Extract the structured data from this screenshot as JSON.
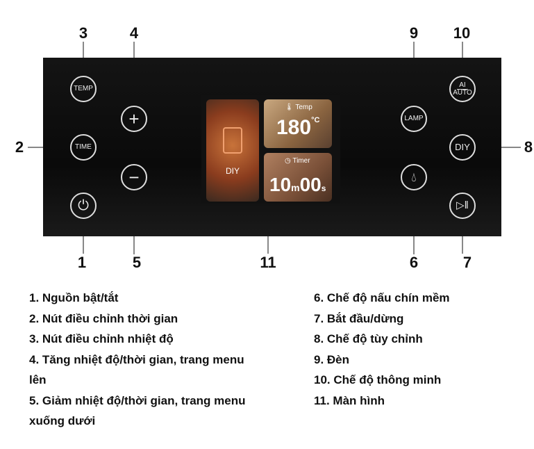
{
  "panel": {
    "buttons": {
      "temp": "TEMP",
      "time": "TIME",
      "lamp": "LAMP",
      "ai": "AI",
      "auto": "AUTO",
      "diy": "DIY"
    },
    "screen": {
      "mode": "DIY",
      "temp_label": "Temp",
      "temp_value": "180",
      "temp_unit": "°C",
      "timer_label": "Timer",
      "timer_min": "10",
      "timer_m": "m",
      "timer_sec": "00",
      "timer_s": "s"
    }
  },
  "callouts": [
    "1",
    "2",
    "3",
    "4",
    "5",
    "6",
    "7",
    "8",
    "9",
    "10",
    "11"
  ],
  "legend": {
    "left": [
      "1. Nguồn bật/tắt",
      "2. Nút điều chỉnh thời gian",
      "3. Nút điều chỉnh nhiệt độ",
      "4. Tăng nhiệt độ/thời gian, trang menu",
      "lên",
      "5. Giảm nhiệt độ/thời gian, trang menu",
      "xuống dưới"
    ],
    "right": [
      "6. Chế độ nấu chín mềm",
      "7. Bắt đầu/dừng",
      "8. Chế độ tùy chỉnh",
      "9. Đèn",
      "10. Chế độ thông minh",
      "11. Màn hình"
    ]
  }
}
